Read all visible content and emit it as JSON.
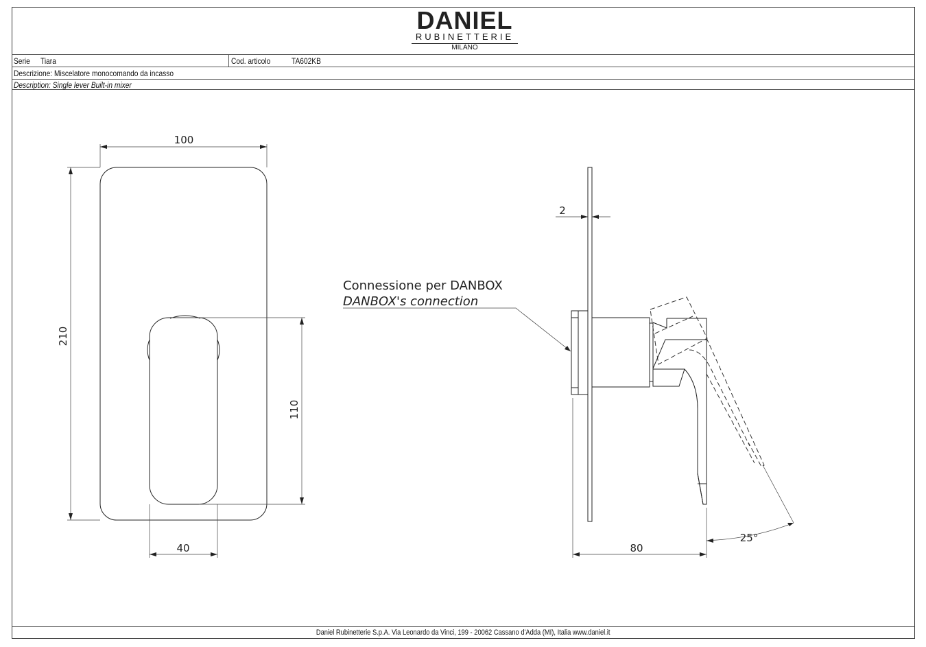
{
  "logo": {
    "brand": "DANIEL",
    "sub": "RUBINETTERIE",
    "city": "MILANO"
  },
  "header": {
    "serie_label": "Serie",
    "serie_value": "Tiara",
    "code_label": "Cod. articolo",
    "code_value": "TA602KB",
    "descr_it": "Descrizione: Miscelatore monocomando da incasso",
    "descr_en": "Description: Single lever Built-in mixer"
  },
  "drawing": {
    "front": {
      "width": "100",
      "height": "210",
      "lever_height": "110",
      "lever_width": "40"
    },
    "side": {
      "plate_thickness": "2",
      "depth": "80",
      "angle": "25°",
      "note_it": "Connessione per DANBOX",
      "note_en": "DANBOX's connection"
    }
  },
  "footer": {
    "text": "Daniel Rubinetterie S.p.A. Via Leonardo da Vinci, 199 - 20062 Cassano d'Adda (MI), Italia www.daniel.it"
  }
}
